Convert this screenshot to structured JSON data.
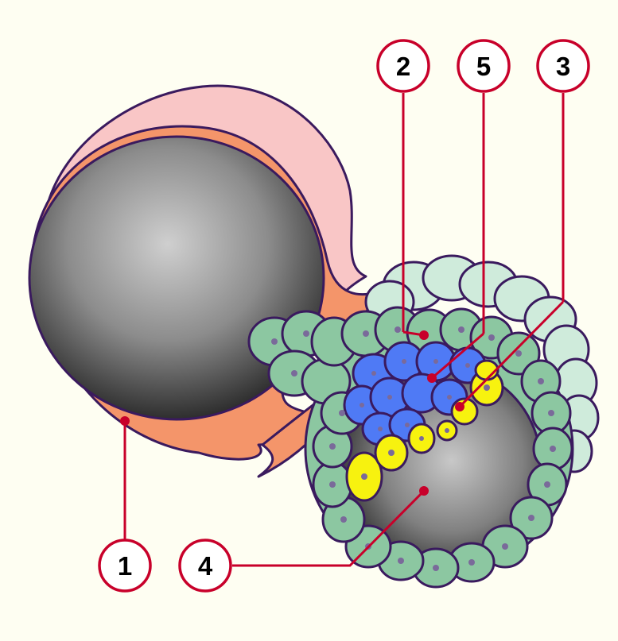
{
  "colors": {
    "background": "#FEFEF2",
    "outline": "#3A1A5E",
    "leader": "#C8002A",
    "callout_fill": "#FFFFFF",
    "trophoblast_pink": "#F9C6C6",
    "trophoblast_orange": "#F4956A",
    "cell_green": "#8CC7A1",
    "cell_light_green": "#CFEBDB",
    "cell_blue": "#4F7AF5",
    "cell_yellow": "#F7F20F",
    "nucleus": "#7A6A9A",
    "cavity_light": "#D0D0D0",
    "cavity_dark": "#3A3A3A"
  },
  "callouts": [
    {
      "id": "1",
      "label": "1"
    },
    {
      "id": "2",
      "label": "2"
    },
    {
      "id": "3",
      "label": "3"
    },
    {
      "id": "4",
      "label": "4"
    },
    {
      "id": "5",
      "label": "5"
    }
  ]
}
